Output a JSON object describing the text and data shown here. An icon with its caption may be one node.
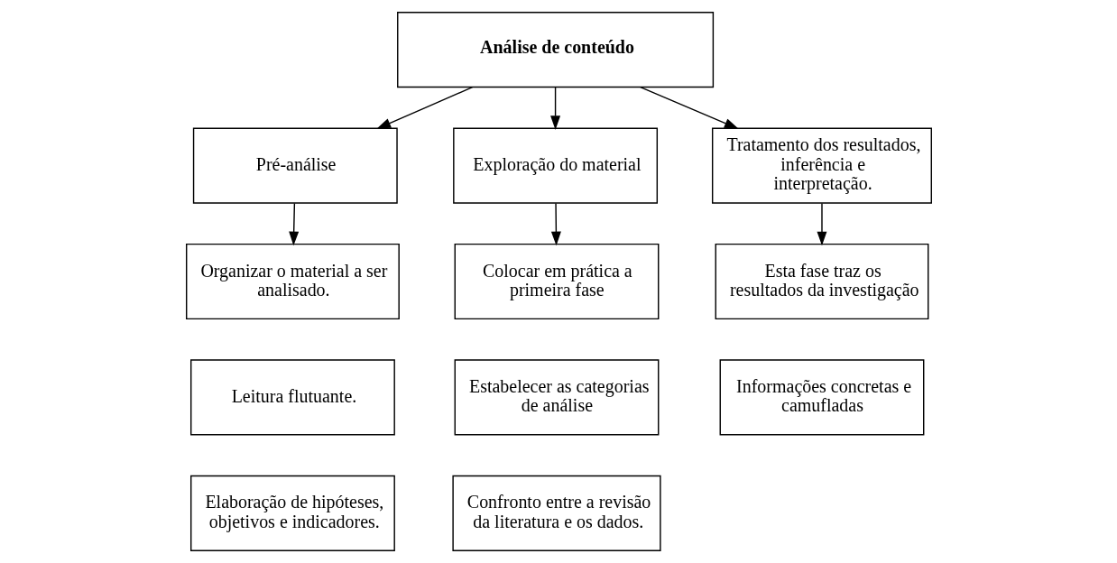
{
  "diagram": {
    "nodes": [
      {
        "text": [
          "Análise de conteúdo"
        ]
      },
      {
        "text": [
          "Pré-análise"
        ]
      },
      {
        "text": [
          "Exploração do material"
        ]
      },
      {
        "text": [
          "Tratamento dos resultados, inferência e interpretação."
        ]
      },
      {
        "text": [
          "Organizar o material a ser analisado."
        ]
      },
      {
        "text": [
          "Leitura flutuante."
        ]
      },
      {
        "text": [
          "Elaboração de hipóteses, objetivos e indicadores."
        ]
      },
      {
        "text": [
          "Colocar em prática a primeira fase"
        ]
      },
      {
        "text": [
          "Estabelecer as categorias de análise"
        ]
      },
      {
        "text": [
          "Confronto entre a revisão da literatura e os dados."
        ]
      },
      {
        "text": [
          "Esta fase traz os resultados da investigação"
        ]
      },
      {
        "text": [
          "Informações concretas e camufladas"
        ]
      }
    ],
    "edges": [
      {
        "from": 0,
        "to": 1,
        "arrow": "to"
      },
      {
        "from": 0,
        "to": 2,
        "arrow": "to"
      },
      {
        "from": 0,
        "to": 3,
        "arrow": "to"
      },
      {
        "from": 1,
        "to": 4,
        "arrow": "to"
      },
      {
        "from": 2,
        "to": 7,
        "arrow": "to"
      },
      {
        "from": 3,
        "to": 10,
        "arrow": "to"
      }
    ]
  }
}
